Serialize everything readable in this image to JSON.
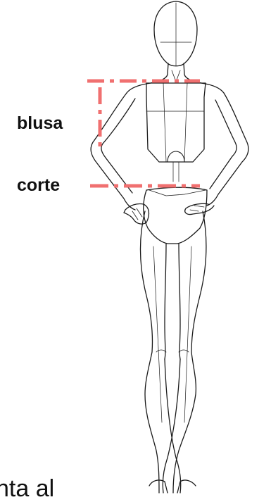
{
  "labels": {
    "blusa": "blusa",
    "corte": "corte"
  },
  "cut_off_text": "nta al",
  "colors": {
    "guide": "#f07070",
    "ink": "#1a1a1a",
    "background": "#ffffff"
  }
}
